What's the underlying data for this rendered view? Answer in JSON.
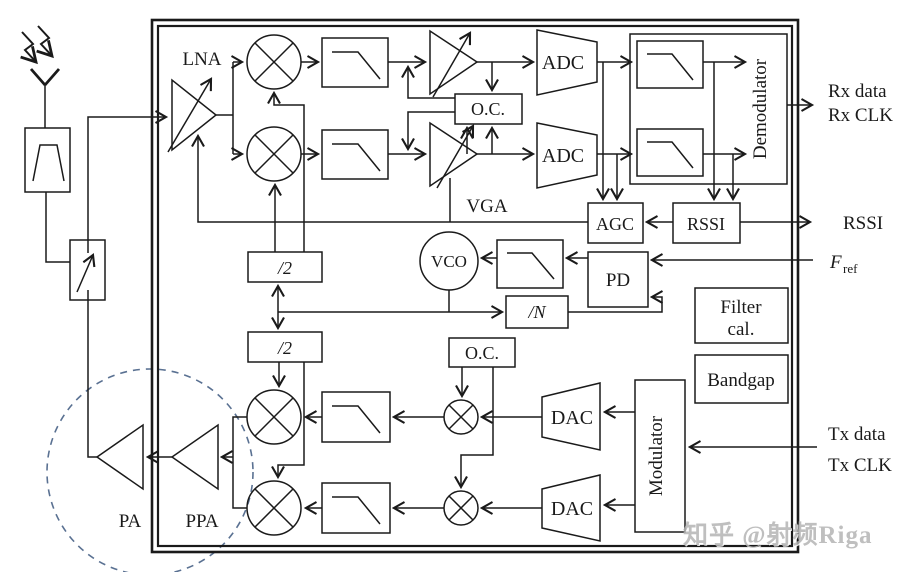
{
  "labels": {
    "lna": "LNA",
    "vga": "VGA",
    "oc_rx": "O.C.",
    "oc_tx": "O.C.",
    "adc_i": "ADC",
    "adc_q": "ADC",
    "dac_i": "DAC",
    "dac_q": "DAC",
    "agc": "AGC",
    "rssi": "RSSI",
    "vco": "VCO",
    "pd": "PD",
    "div_n": "/N",
    "div2_rx": "/2",
    "div2_tx": "/2",
    "filter_cal_line1": "Filter",
    "filter_cal_line2": "cal.",
    "bandgap": "Bandgap",
    "modulator": "Modulator",
    "demodulator": "Demodulator",
    "pa": "PA",
    "ppa": "PPA"
  },
  "ports": {
    "rx_data": "Rx data",
    "rx_clk": "Rx CLK",
    "rssi_out": "RSSI",
    "fref_base": "F",
    "fref_sub": "ref",
    "tx_data": "Tx data",
    "tx_clk": "Tx CLK"
  },
  "watermark": "知乎 @射频Riga",
  "icons": {
    "antenna": "antenna-icon",
    "incoming_wave": "lightning-arrows-icon",
    "bandpass_filter": "bandpass-curve-icon",
    "lowpass_filter": "lowpass-curve-icon",
    "tr_switch": "tr-switch-icon",
    "mixer": "mixer-circle-x-icon",
    "amplifier": "triangle-amplifier-icon"
  },
  "colors": {
    "ink": "#1a1a1a",
    "dashed_circle": "#5a7192",
    "watermark": "#b5b5b5",
    "background": "#ffffff"
  }
}
